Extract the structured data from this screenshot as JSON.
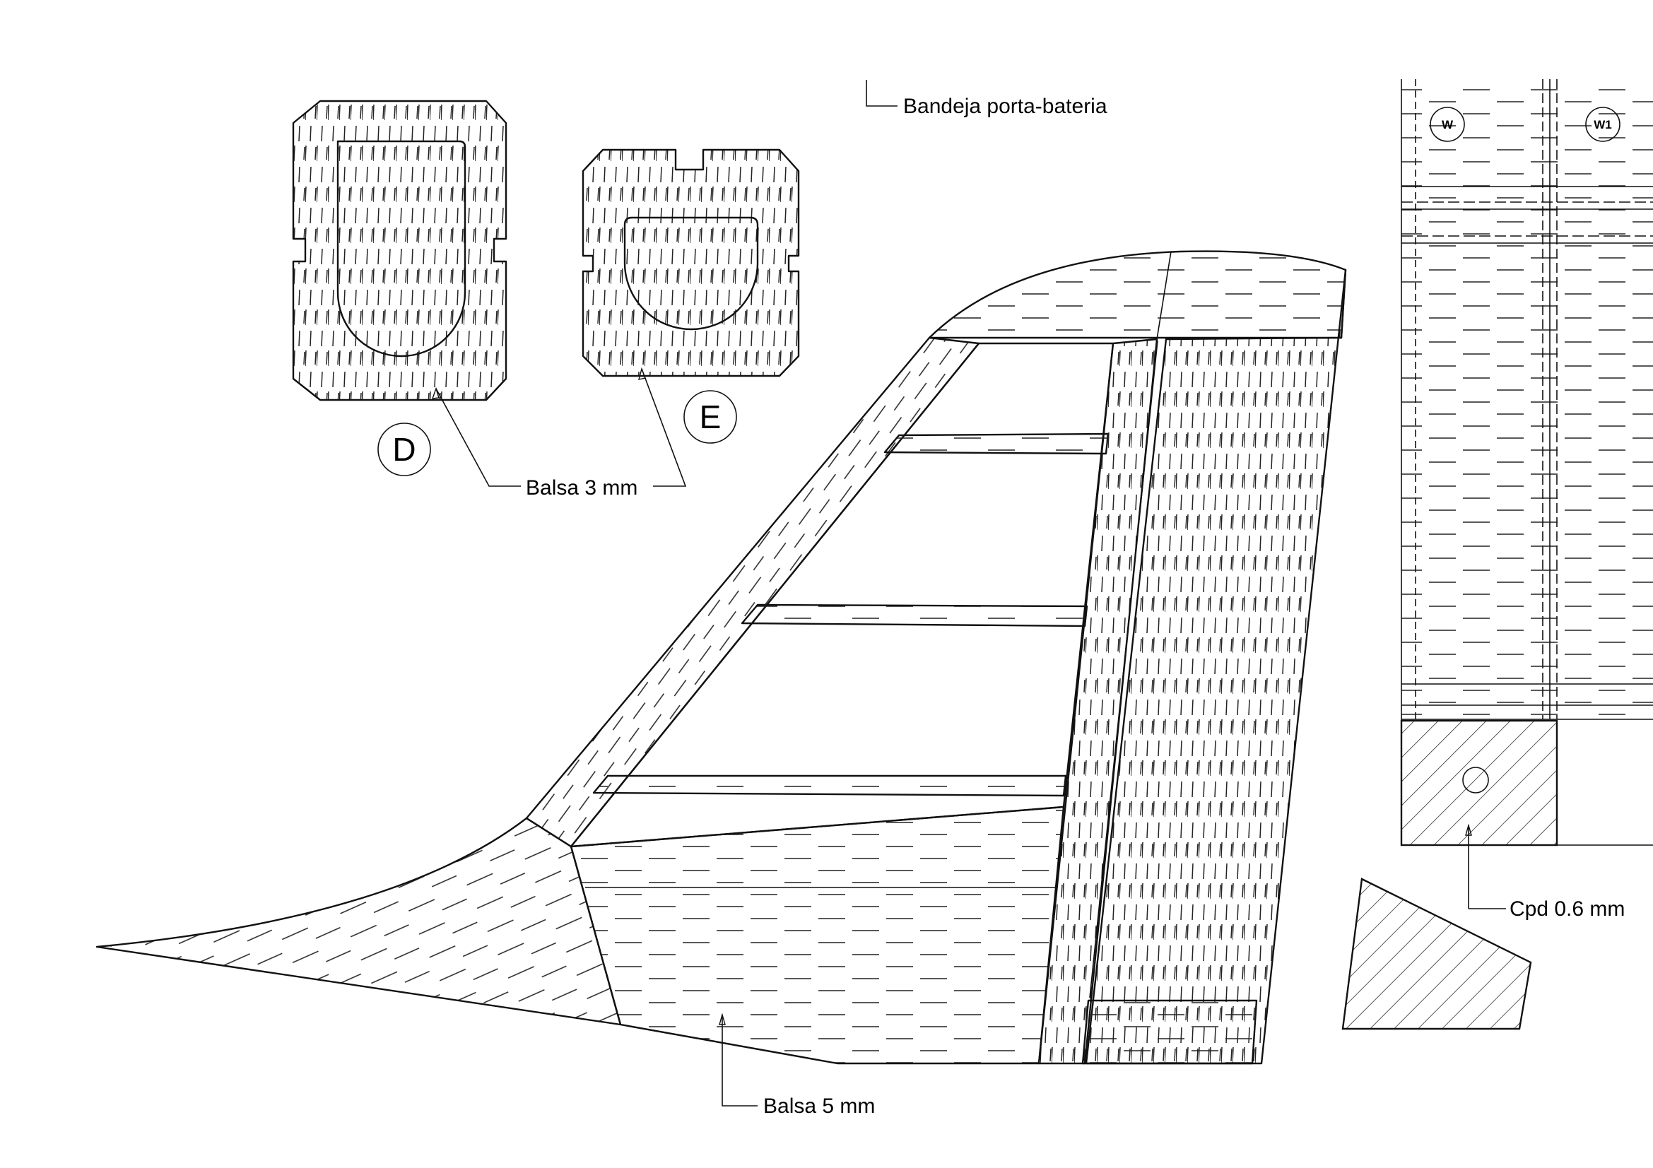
{
  "labels": {
    "battery_tray": "Bandeja porta-bateria",
    "balsa3": "Balsa 3 mm",
    "balsa5": "Balsa 5 mm",
    "cpd": "Cpd 0.6 mm"
  },
  "part_ids": {
    "d": "D",
    "e": "E",
    "w": "W",
    "w1": "W1"
  }
}
